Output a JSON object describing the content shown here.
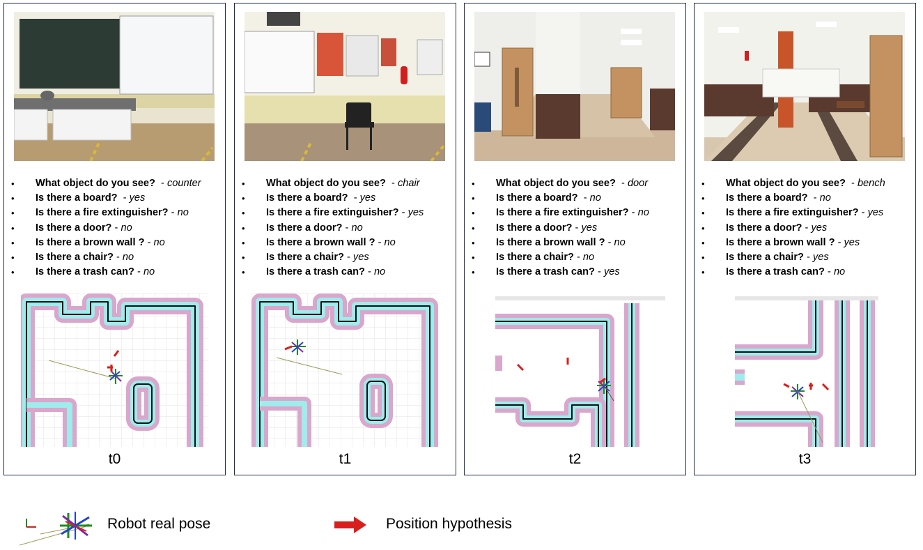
{
  "panels": [
    {
      "label": "t0",
      "questions": [
        {
          "q": "What object do you see?",
          "a": "counter"
        },
        {
          "q": "Is there a board?",
          "a": "yes"
        },
        {
          "q": "Is there a fire extinguisher?",
          "a": "no"
        },
        {
          "q": "Is there a door?",
          "a": "no"
        },
        {
          "q": "Is there a brown wall ?",
          "a": "no"
        },
        {
          "q": "Is there a chair?",
          "a": "no"
        },
        {
          "q": "Is there a trash can?",
          "a": "no"
        }
      ]
    },
    {
      "label": "t1",
      "questions": [
        {
          "q": "What object do you see?",
          "a": "chair"
        },
        {
          "q": "Is there a board?",
          "a": "yes"
        },
        {
          "q": "Is there a fire extinguisher?",
          "a": "yes"
        },
        {
          "q": "Is there a door?",
          "a": "no"
        },
        {
          "q": "Is there a brown wall ?",
          "a": "no"
        },
        {
          "q": "Is there a chair?",
          "a": "yes"
        },
        {
          "q": "Is there a trash can?",
          "a": "no"
        }
      ]
    },
    {
      "label": "t2",
      "questions": [
        {
          "q": "What object do you see?",
          "a": "door"
        },
        {
          "q": "Is there a board?",
          "a": "no"
        },
        {
          "q": "Is there a fire extinguisher?",
          "a": "no"
        },
        {
          "q": "Is there a door?",
          "a": "yes"
        },
        {
          "q": "Is there a brown wall ?",
          "a": "no"
        },
        {
          "q": "Is there a chair?",
          "a": "no"
        },
        {
          "q": "Is there a trash can?",
          "a": "yes"
        }
      ]
    },
    {
      "label": "t3",
      "questions": [
        {
          "q": "What object do you see?",
          "a": "bench"
        },
        {
          "q": "Is there a board?",
          "a": "no"
        },
        {
          "q": "Is there a fire extinguisher?",
          "a": "yes"
        },
        {
          "q": "Is there a door?",
          "a": "yes"
        },
        {
          "q": "Is there a brown wall ?",
          "a": "yes"
        },
        {
          "q": "Is there a chair?",
          "a": "yes"
        },
        {
          "q": "Is there a trash can?",
          "a": "no"
        }
      ]
    }
  ],
  "legend": {
    "robot_pose": "Robot real pose",
    "hypothesis": "Position hypothesis"
  },
  "colors": {
    "panel_border": "#1f2a44",
    "map_cyan": "#9fecec",
    "map_pink": "#d9a6cc",
    "hypothesis_arrow": "#d91e1e"
  }
}
